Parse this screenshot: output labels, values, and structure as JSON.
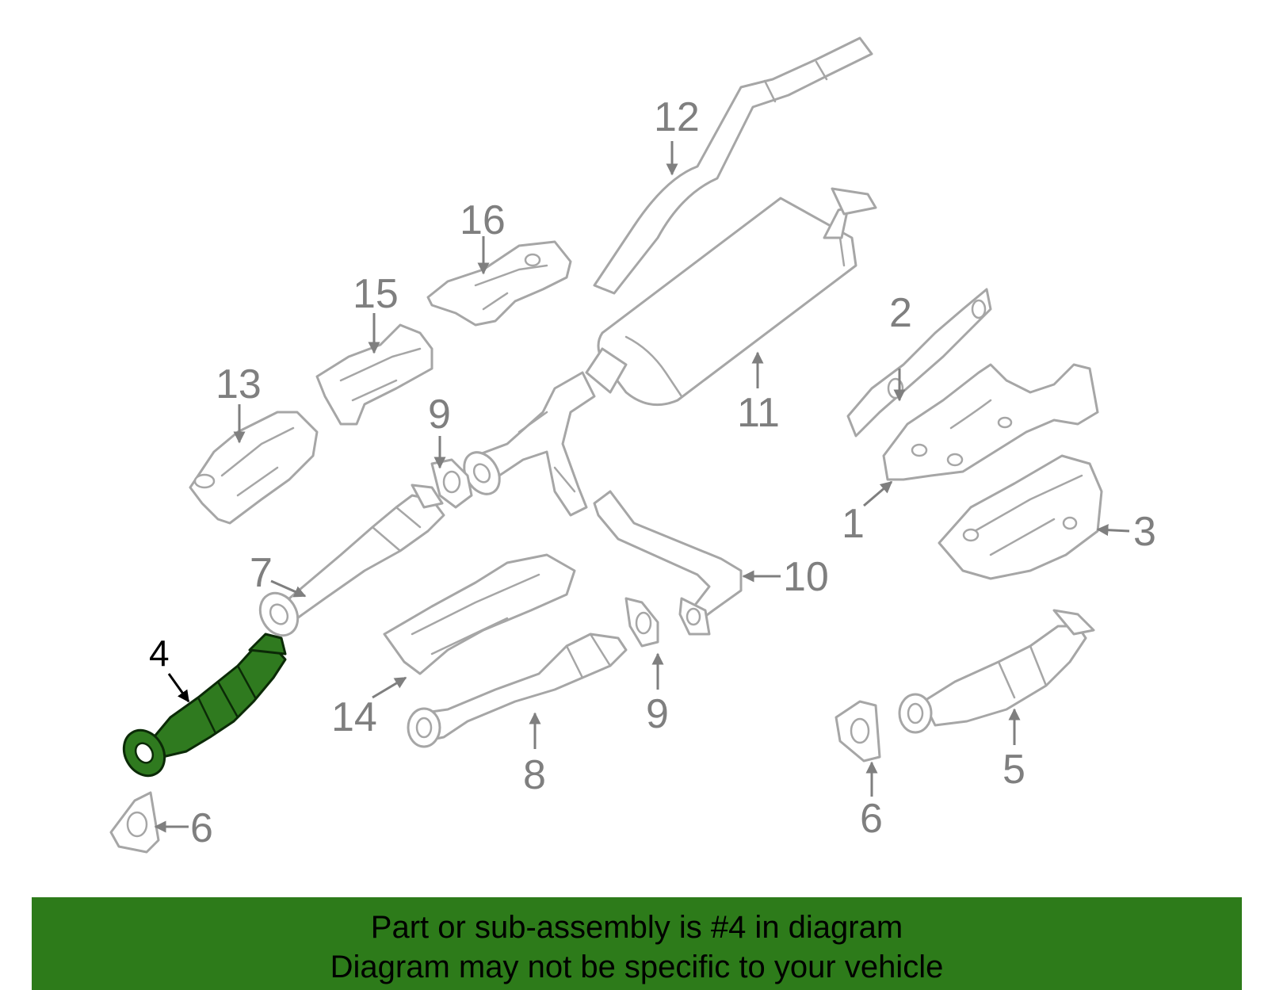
{
  "callouts": {
    "c1": "1",
    "c2": "2",
    "c3": "3",
    "c4": "4",
    "c5": "5",
    "c6a": "6",
    "c6b": "6",
    "c7": "7",
    "c8": "8",
    "c9a": "9",
    "c9b": "9",
    "c10": "10",
    "c11": "11",
    "c12": "12",
    "c13": "13",
    "c14": "14",
    "c15": "15",
    "c16": "16"
  },
  "highlight_color": "#2f7a1f",
  "banner": {
    "line1": "Part or sub-assembly is #4 in diagram",
    "line2": "Diagram may not be specific to your vehicle",
    "background": "#2d7b1a"
  }
}
